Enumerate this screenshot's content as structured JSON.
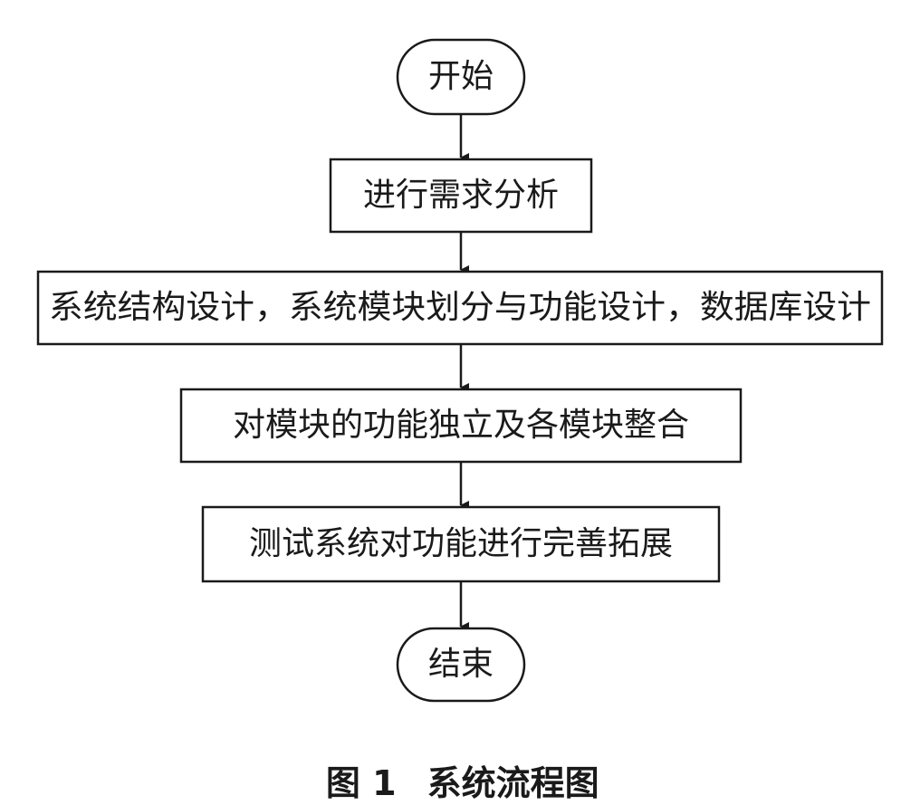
{
  "nodes": {
    "start": "开始",
    "step1": "进行需求分析",
    "step2": "系统结构设计，系统模块划分与功能设计，数据库设计",
    "step3": "对模块的功能独立及各模块整合",
    "step4": "测试系统对功能进行完善拓展",
    "end": "结束"
  },
  "caption": {
    "label": "图 1",
    "title": "系统流程图"
  },
  "colors": {
    "stroke": "#1a1a1a",
    "background": "#ffffff"
  }
}
